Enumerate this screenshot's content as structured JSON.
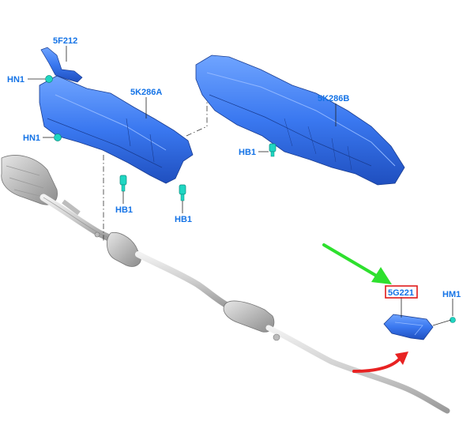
{
  "colors": {
    "label": "#1473e6",
    "shield_fill": "#3a78f0",
    "shield_dark": "#1f4fbf",
    "fastener": "#1fd6c2",
    "highlight_box": "#e01b1b",
    "green_arrow": "#2ee02e",
    "red_arrow": "#e82222",
    "pipe": "#d2d2d2"
  },
  "labels": {
    "p5f212": "5F212",
    "hn1_top": "HN1",
    "hn1_mid": "HN1",
    "p5k286a": "5K286A",
    "hb1_a": "HB1",
    "hb1_b": "HB1",
    "p5k286b": "5K286B",
    "hb1_c": "HB1",
    "p5g221": "5G221",
    "hm1": "HM1"
  },
  "icons": {
    "green_arrow": "green-arrow-icon",
    "red_arrow": "red-curved-arrow-icon"
  }
}
